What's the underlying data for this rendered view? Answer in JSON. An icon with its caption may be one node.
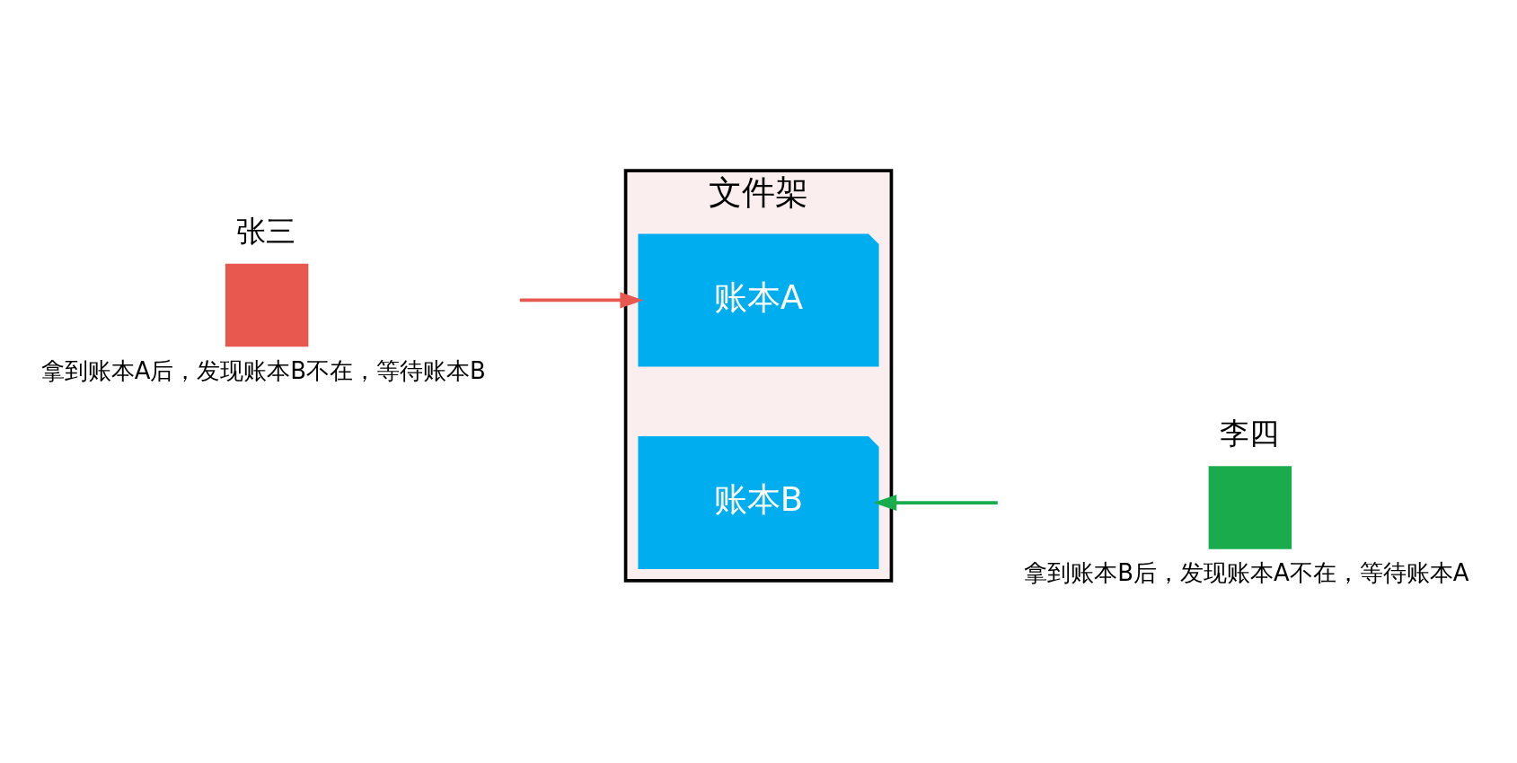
{
  "diagram": {
    "nodes": [
      {
        "text": [
          "张三"
        ],
        "beside": [
          "拿到账本A后，发现账本B不在，等待账本B"
        ]
      },
      {
        "text": [
          "文件架"
        ]
      },
      {
        "text": [
          "账本A"
        ],
        "in": 1
      },
      {
        "text": [
          "账本B"
        ],
        "in": 1
      },
      {
        "text": [
          "李四"
        ],
        "beside": [
          "拿到账本B后，发现账本A不在，等待账本A"
        ]
      }
    ],
    "edges": [
      {
        "from": 0,
        "to": 2,
        "arrow": "to",
        "color": "#e8584f"
      },
      {
        "from": 4,
        "to": 3,
        "arrow": "to",
        "color": "#1aac4c"
      }
    ]
  }
}
